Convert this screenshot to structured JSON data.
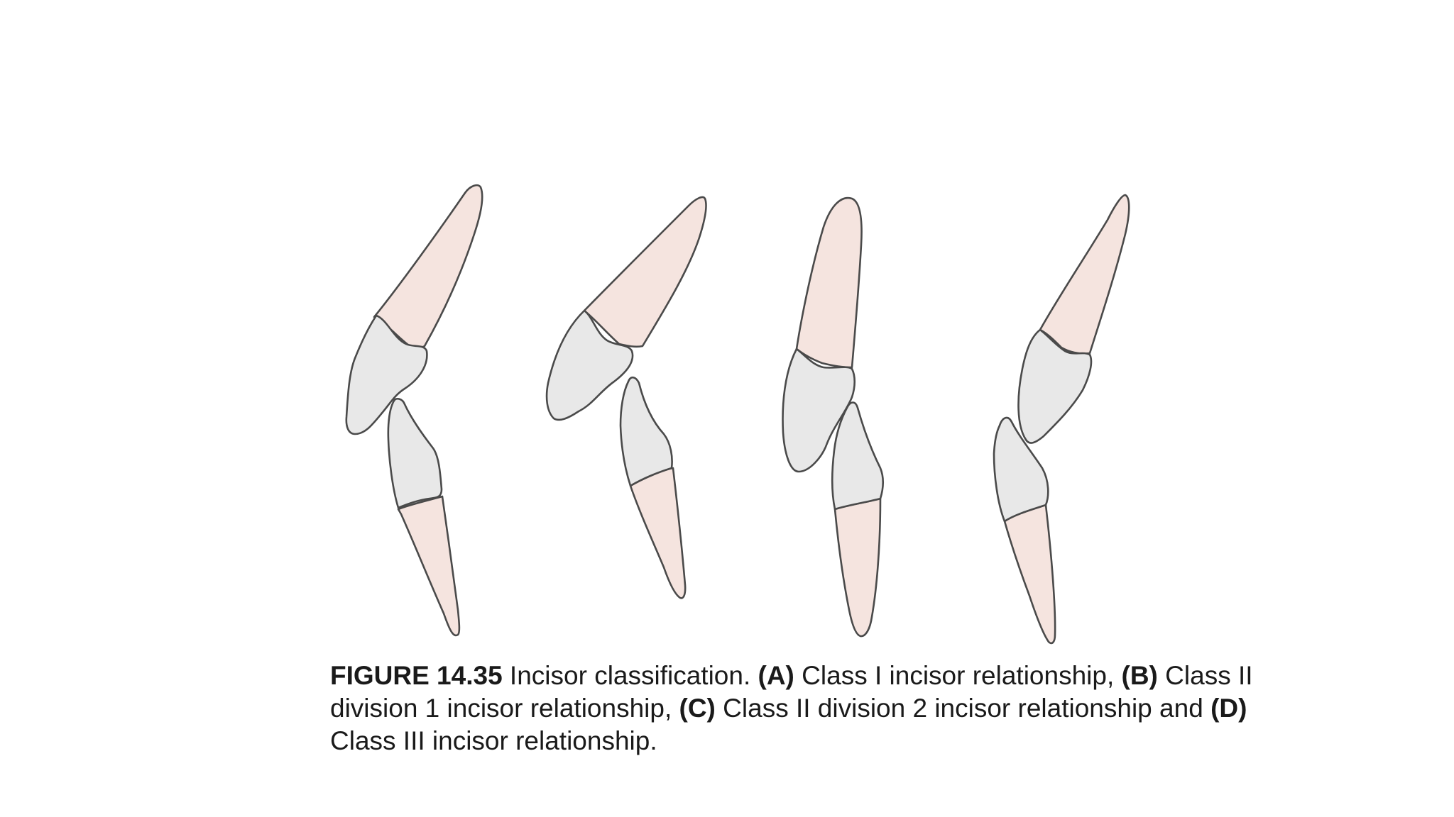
{
  "figure": {
    "number": "FIGURE 14.35",
    "title": " Incisor classification. ",
    "panels": [
      {
        "label": "(A)",
        "text": " Class I incisor relationship, "
      },
      {
        "label": "(B)",
        "text": " Class II division 1 incisor relationship, "
      },
      {
        "label": "(C)",
        "text": " Class II division 2 incisor relationship and "
      },
      {
        "label": "(D)",
        "text": " Class III incisor relationship."
      }
    ]
  },
  "colors": {
    "root": "#f5e4df",
    "crown": "#e8e8e8",
    "outline": "#4a4a4a"
  }
}
